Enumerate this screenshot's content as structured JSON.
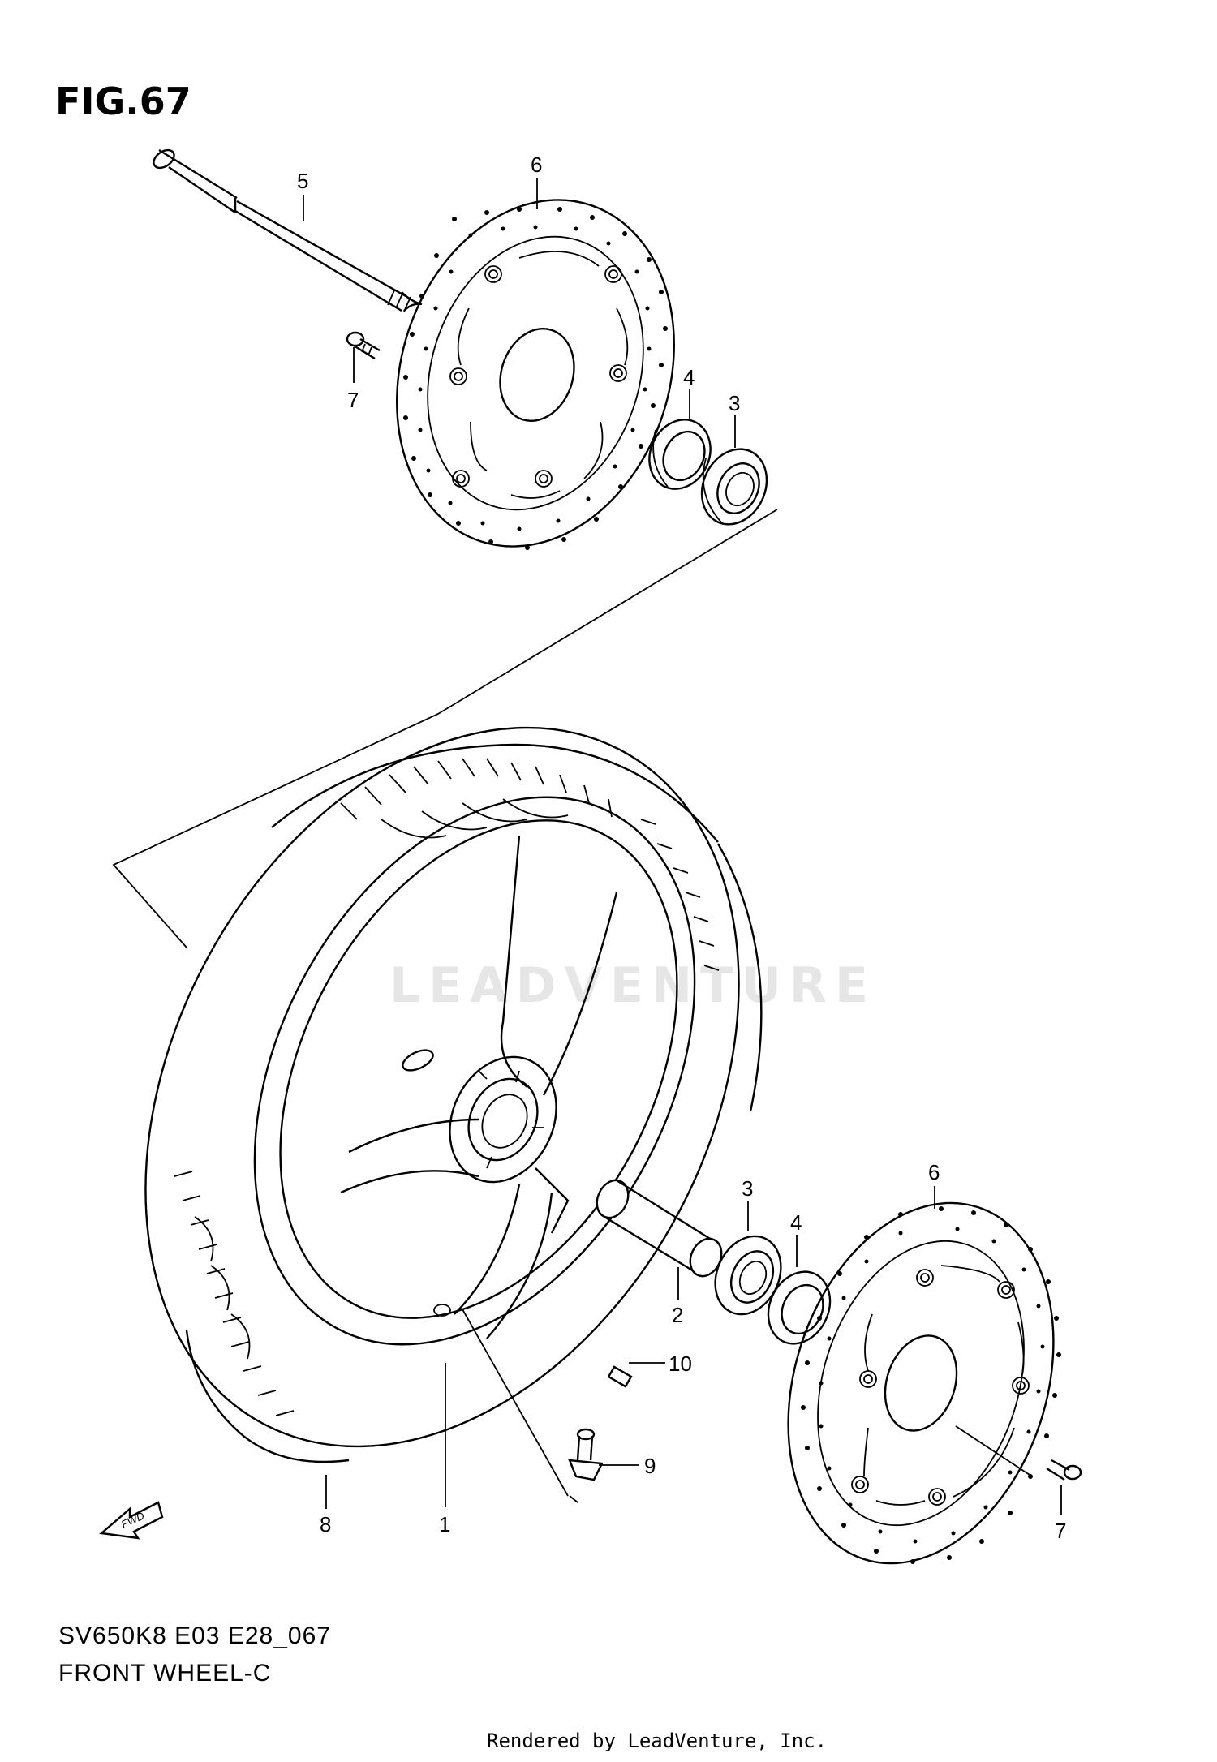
{
  "figure": {
    "title": "FIG.67",
    "model_code": "SV650K8 E03 E28_067",
    "section_name": "FRONT WHEEL-C",
    "rendered_by": "Rendered by LeadVenture, Inc.",
    "watermark": "LEADVENTURE"
  },
  "callouts": [
    {
      "label": "5",
      "part": "axle"
    },
    {
      "label": "6",
      "part": "brake-disc-left"
    },
    {
      "label": "7",
      "part": "disc-bolt-left"
    },
    {
      "label": "4",
      "part": "dust-seal-left"
    },
    {
      "label": "3",
      "part": "bearing-left"
    },
    {
      "label": "3",
      "part": "bearing-right"
    },
    {
      "label": "4",
      "part": "dust-seal-right"
    },
    {
      "label": "6",
      "part": "brake-disc-right"
    },
    {
      "label": "2",
      "part": "spacer"
    },
    {
      "label": "10",
      "part": "balance-weight"
    },
    {
      "label": "9",
      "part": "valve"
    },
    {
      "label": "7",
      "part": "disc-bolt-right"
    },
    {
      "label": "8",
      "part": "tire"
    },
    {
      "label": "1",
      "part": "wheel"
    }
  ],
  "fwd_arrow_label": "FWD"
}
